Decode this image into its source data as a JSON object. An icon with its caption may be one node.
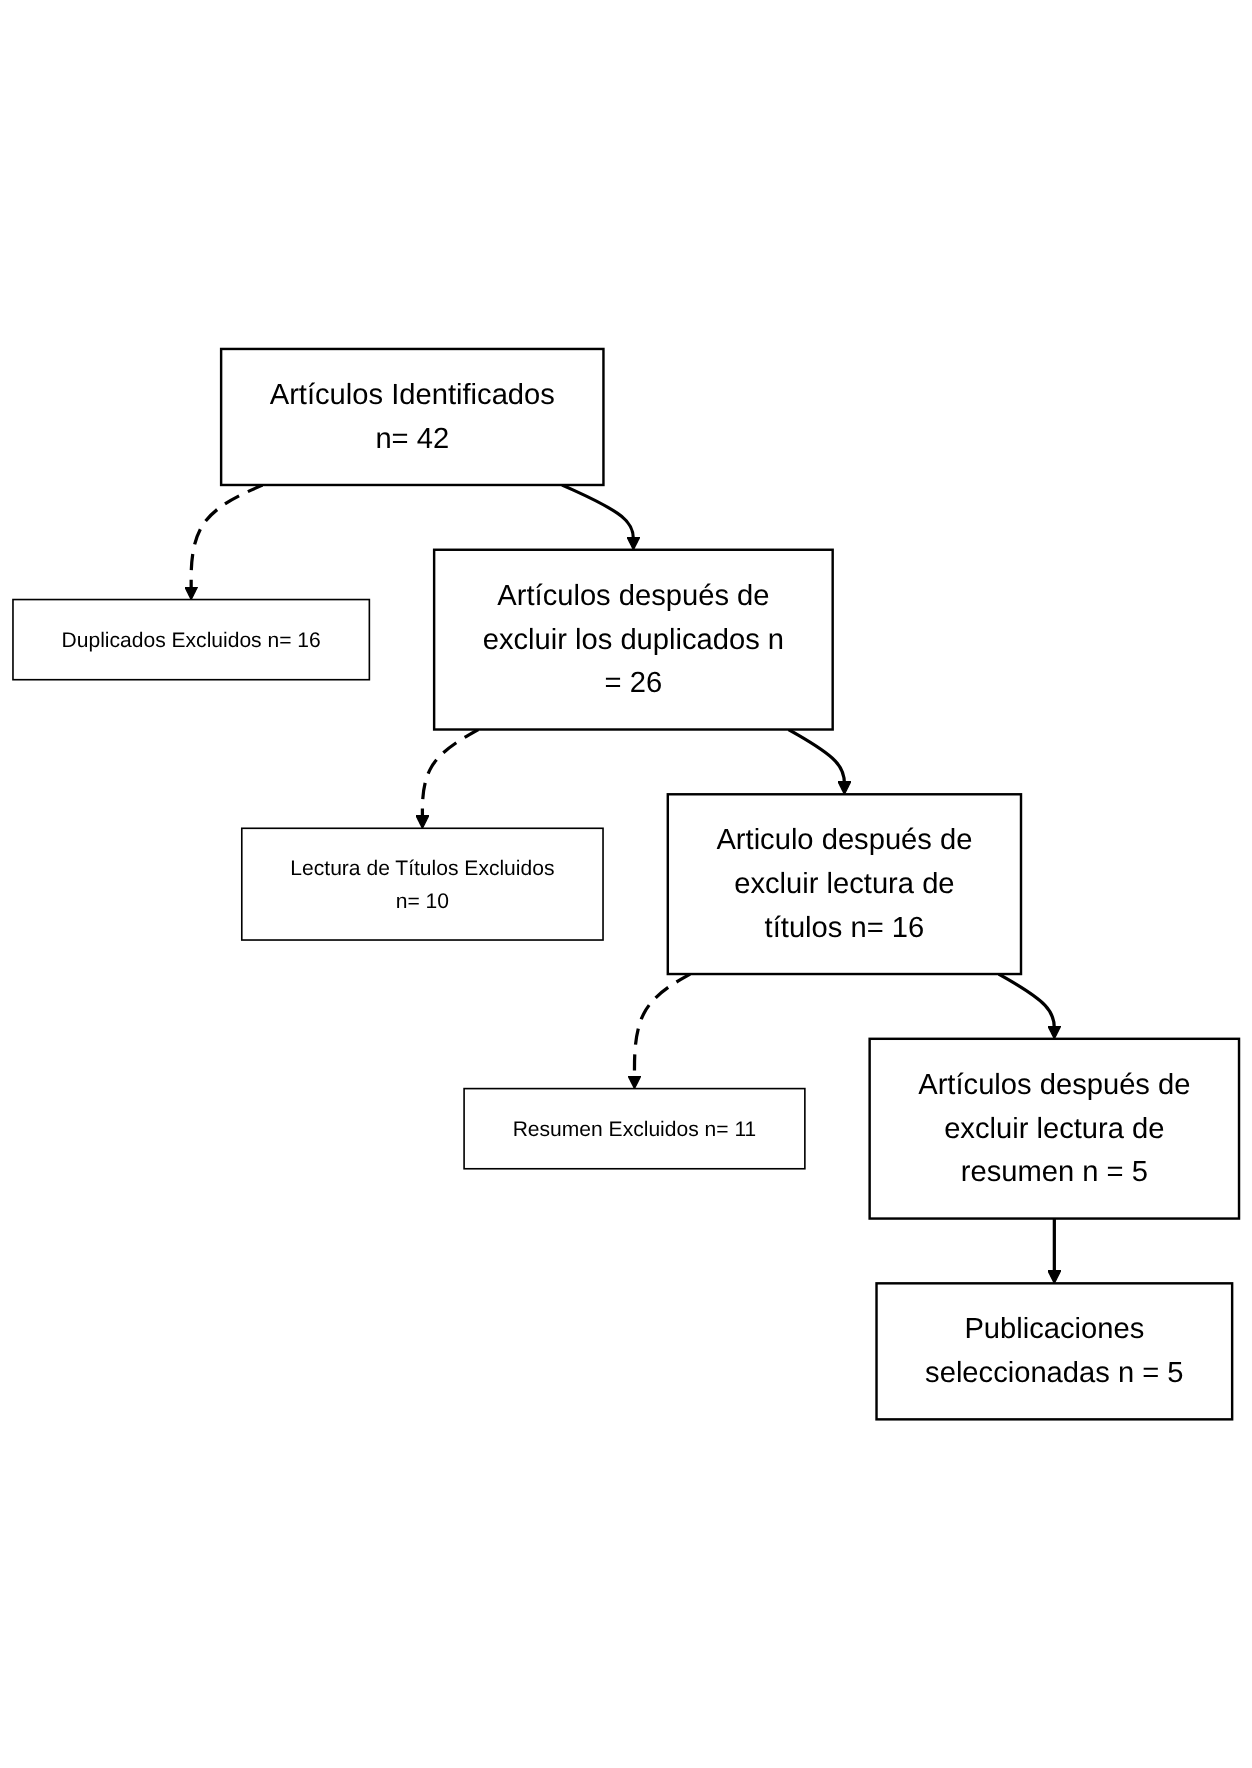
{
  "diagram": {
    "nodes": [
      {
        "text": [
          "Artículos Identificados n= 42"
        ]
      },
      {
        "text": [
          "Duplicados Excluidos n= 16"
        ]
      },
      {
        "text": [
          "Artículos después de excluir los duplicados n = 26"
        ]
      },
      {
        "text": [
          "Lectura de Títulos Excluidos n= 10"
        ]
      },
      {
        "text": [
          "Articulo después de excluir lectura de títulos n= 16"
        ]
      },
      {
        "text": [
          "Resumen Excluidos n= 11"
        ]
      },
      {
        "text": [
          "Artículos después de excluir lectura de resumen n = 5"
        ]
      },
      {
        "text": [
          "Publicaciones seleccionadas n = 5"
        ]
      }
    ],
    "edges": [
      {
        "from": 0,
        "to": 2,
        "arrow": "to"
      },
      {
        "from": 0,
        "to": 1,
        "arrow": "to",
        "style": "dashed"
      },
      {
        "from": 2,
        "to": 4,
        "arrow": "to"
      },
      {
        "from": 2,
        "to": 3,
        "arrow": "to",
        "style": "dashed"
      },
      {
        "from": 4,
        "to": 6,
        "arrow": "to"
      },
      {
        "from": 4,
        "to": 5,
        "arrow": "to",
        "style": "dashed"
      },
      {
        "from": 6,
        "to": 7,
        "arrow": "to"
      }
    ]
  }
}
